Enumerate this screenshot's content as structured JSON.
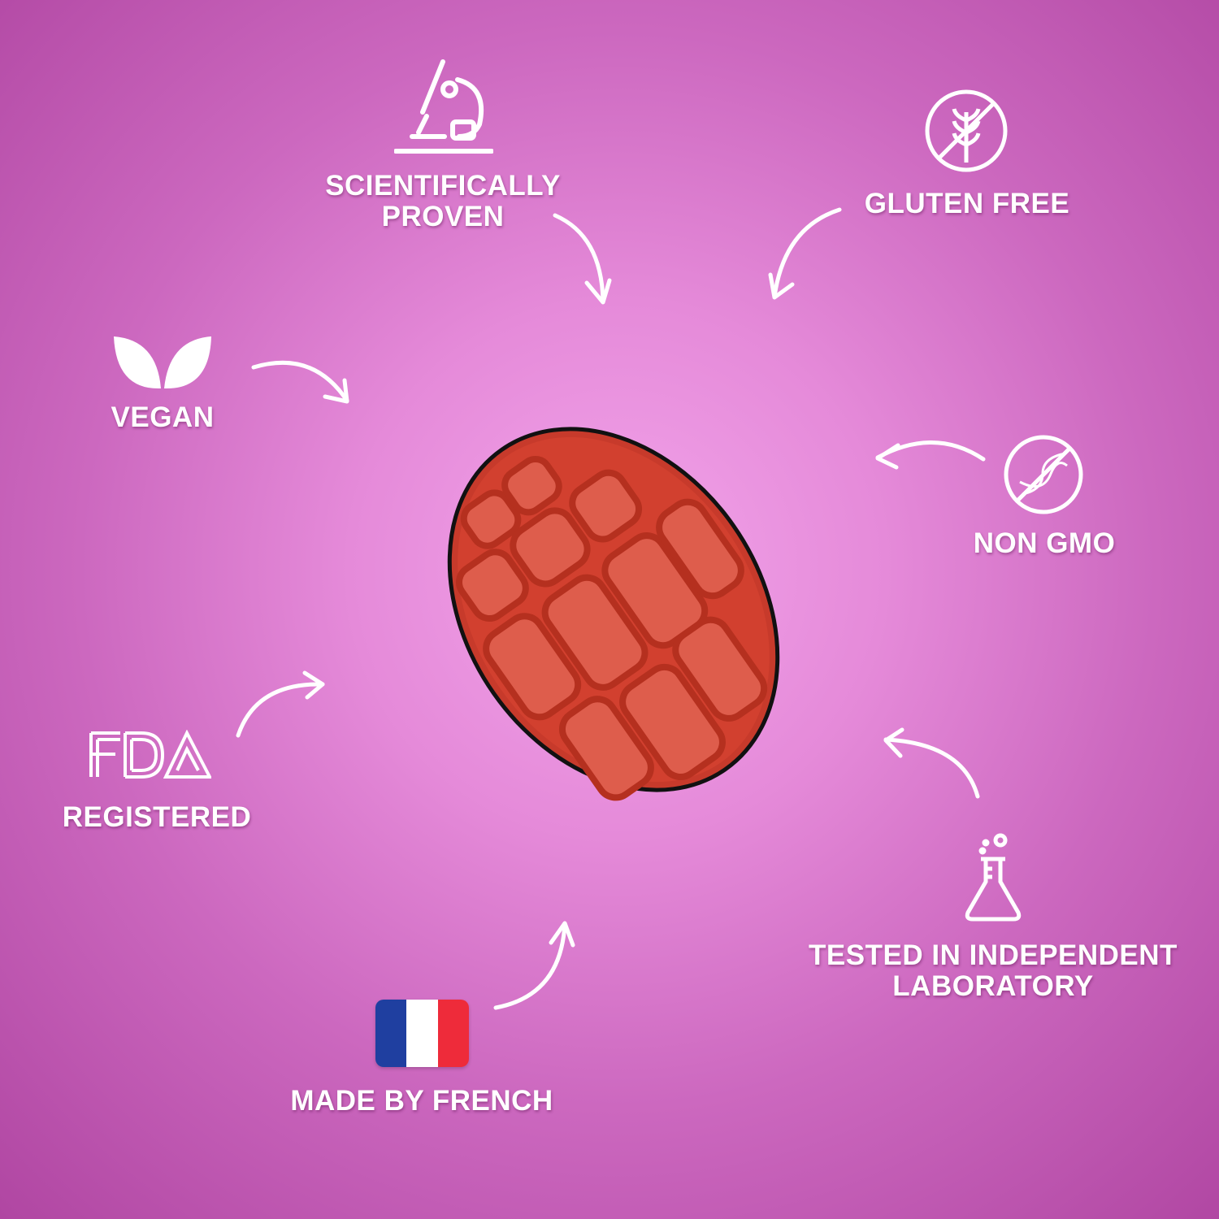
{
  "features": [
    {
      "label": "SCIENTIFICALLY PROVEN",
      "line1": "SCIENTIFICALLY",
      "line2": "PROVEN",
      "icon": "microscope-icon"
    },
    {
      "label": "GLUTEN FREE",
      "icon": "no-gluten-icon"
    },
    {
      "label": "VEGAN",
      "icon": "leaves-icon"
    },
    {
      "label": "NON GMO",
      "icon": "no-gmo-dna-icon"
    },
    {
      "label": "REGISTERED",
      "icon": "fda-logo",
      "logo_text": "FDA"
    },
    {
      "label": "TESTED IN INDEPENDENT LABORATORY",
      "line1": "TESTED IN INDEPENDENT",
      "line2": "LABORATORY",
      "icon": "flask-icon"
    },
    {
      "label": "MADE BY FRENCH",
      "icon": "french-flag-icon"
    }
  ],
  "colors": {
    "gummy": "#d2402f",
    "flag_blue": "#1f3fa0",
    "flag_red": "#ee2b3a"
  }
}
